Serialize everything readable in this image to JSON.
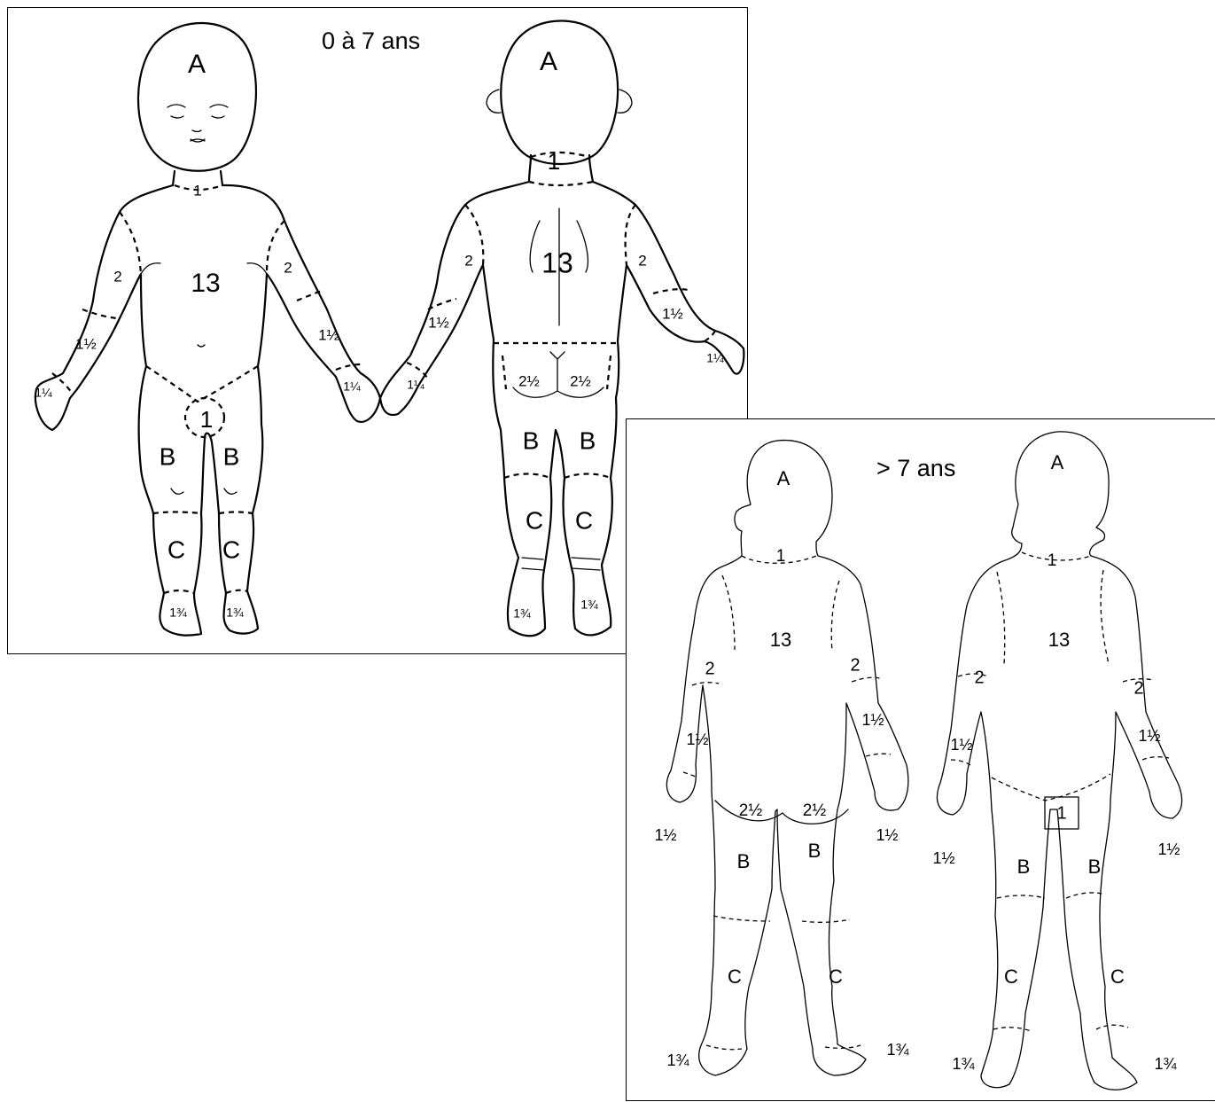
{
  "panels": [
    {
      "title": "0 à 7 ans",
      "front": {
        "head": "A",
        "neck": "1",
        "trunk": "13",
        "upper_arm_left": "2",
        "upper_arm_right": "2",
        "forearm_left": "1½",
        "forearm_right": "1½",
        "hand_left": "1¼",
        "hand_right": "1¼",
        "genitals": "1",
        "thigh_left": "B",
        "thigh_right": "B",
        "leg_left": "C",
        "leg_right": "C",
        "foot_left": "1¾",
        "foot_right": "1¾"
      },
      "back": {
        "head": "A",
        "neck": "1",
        "trunk": "13",
        "upper_arm_left": "2",
        "upper_arm_right": "2",
        "forearm_left": "1½",
        "forearm_right": "1½",
        "hand_left": "1¼",
        "hand_right": "1¼",
        "buttock_left": "2½",
        "buttock_right": "2½",
        "thigh_left": "B",
        "thigh_right": "B",
        "leg_left": "C",
        "leg_right": "C",
        "foot_left": "1¾",
        "foot_right": "1¾"
      }
    },
    {
      "title": "> 7 ans",
      "back": {
        "head": "A",
        "neck": "1",
        "trunk": "13",
        "upper_arm_left": "2",
        "upper_arm_right": "2",
        "forearm_left": "1½",
        "forearm_right": "1½",
        "hand_left": "1½",
        "hand_right": "1½",
        "buttock_left": "2½",
        "buttock_right": "2½",
        "thigh_left": "B",
        "thigh_right": "B",
        "leg_left": "C",
        "leg_right": "C",
        "foot_left": "1¾",
        "foot_right": "1¾"
      },
      "front": {
        "head": "A",
        "neck": "1",
        "trunk": "13",
        "upper_arm_left": "2",
        "upper_arm_right": "2",
        "forearm_left": "1½",
        "forearm_right": "1½",
        "hand_left": "1½",
        "hand_right": "1½",
        "genitals": "1",
        "thigh_left": "B",
        "thigh_right": "B",
        "leg_left": "C",
        "leg_right": "C",
        "foot_left": "1¾",
        "foot_right": "1¾"
      }
    }
  ]
}
